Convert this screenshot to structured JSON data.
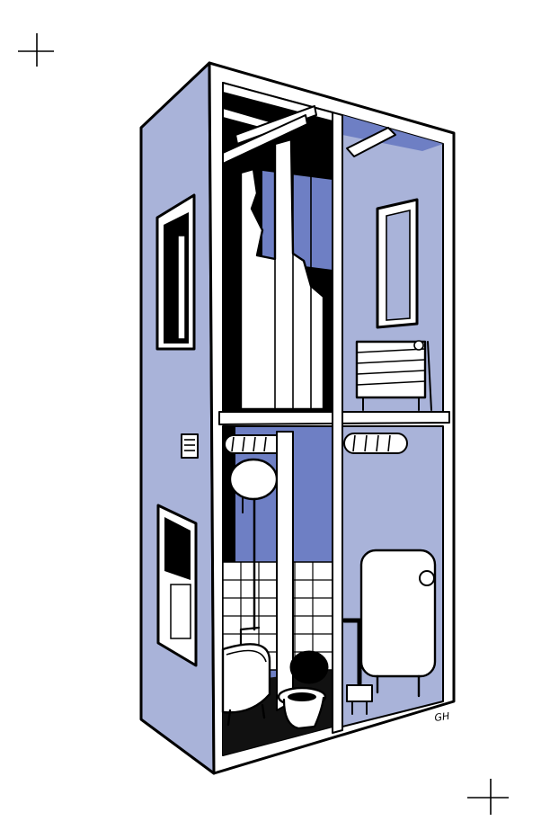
{
  "colors": {
    "wall_light": "#a9b3d9",
    "wall_mid": "#8f9bd0",
    "wall_dark": "#6e7fc4",
    "ink": "#000000",
    "paper": "#ffffff",
    "floor": "#111111"
  },
  "signature": "GH",
  "registration_marks": [
    "top-left",
    "bottom-right"
  ],
  "components": [
    "ceiling-joists",
    "broken-plaster-wall",
    "window-upper-right",
    "radiator",
    "hot-water-pipe",
    "cistern",
    "bathtub",
    "toilet",
    "water-heater-tank",
    "air-vent",
    "window-side-upper",
    "window-side-lower"
  ]
}
